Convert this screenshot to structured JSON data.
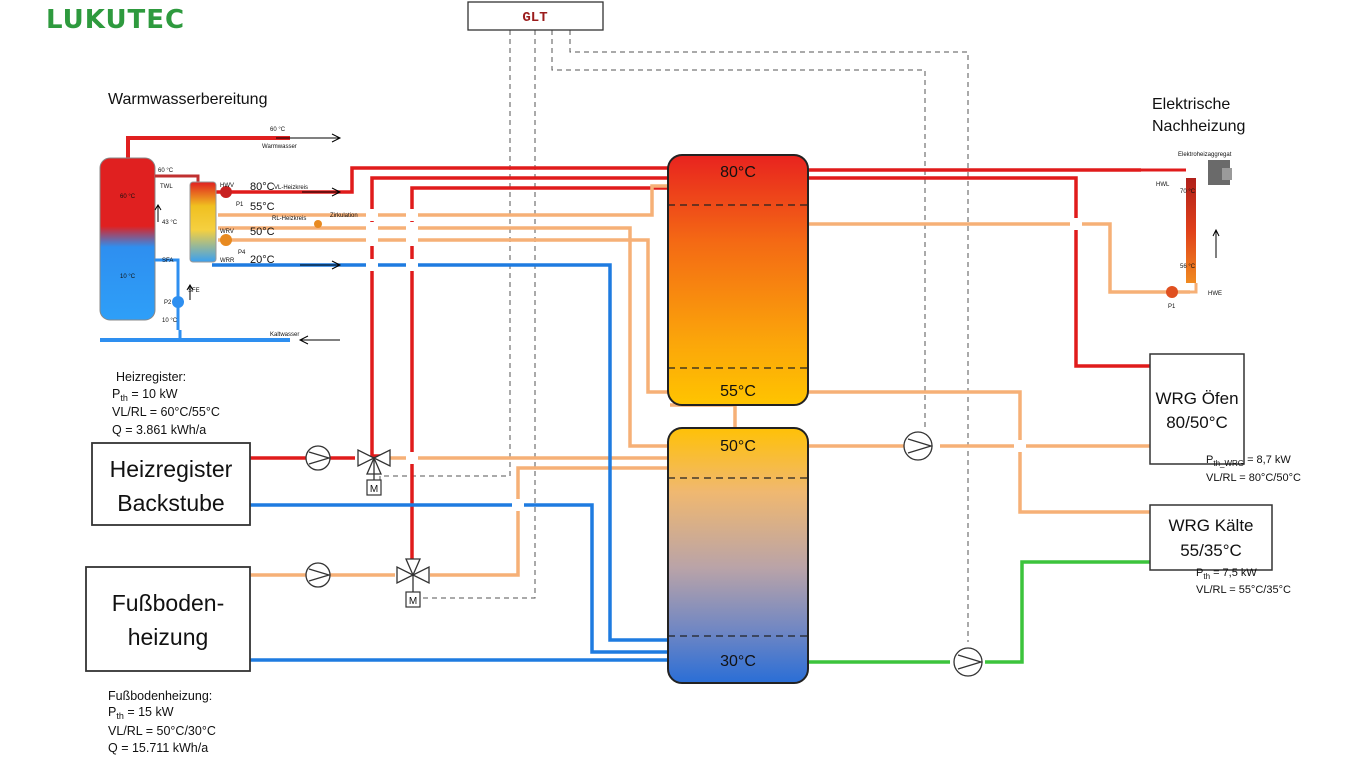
{
  "colors": {
    "hot": "#e01b1b",
    "warm": "#f6b077",
    "cold": "#1e7be0",
    "green": "#3cc43c",
    "logo": "#2e9a3e",
    "glt_text": "#9b1c1c"
  },
  "logo": {
    "text": "LUKUTEC"
  },
  "glt": {
    "label": "GLT"
  },
  "warmwasser": {
    "title": "Warmwasserbereitung",
    "labels": {
      "t60_top": "60 °C",
      "warmwasser": "Warmwasser",
      "t60_side": "60 °C",
      "twl": "TWL",
      "hwv": "HWV",
      "vl_heizkreis": "VL-Heizkreis",
      "p1": "P1",
      "rl_heizkreis": "RL-Heizkreis",
      "zirkulation": "Zirkulation",
      "t43": "43 °C",
      "wrv": "WRV",
      "p4": "P4",
      "sfa": "SFA",
      "wrr": "WRR",
      "sfe": "SFE",
      "p2": "P2",
      "t10_side": "10 °C",
      "kaltwasser": "Kaltwasser",
      "tank_top": "60 °C",
      "tank_bottom": "10 °C"
    },
    "temps": {
      "vl": "80°C",
      "rl": "55°C",
      "wrv": "50°C",
      "wrr": "20°C"
    }
  },
  "elektro": {
    "title_line1": "Elektrische",
    "title_line2": "Nachheizung",
    "aggregat": "Elektroheizaggregat",
    "hwl": "HWL",
    "t70": "70 °C",
    "t56": "56 °C",
    "p1": "P1",
    "hwe": "HWE"
  },
  "tanks": {
    "upper": {
      "top_temp": "80°C",
      "bottom_temp": "55°C"
    },
    "lower": {
      "top_temp": "50°C",
      "bottom_temp": "30°C"
    }
  },
  "heizregister": {
    "box_line1": "Heizregister",
    "box_line2": "Backstube",
    "info_title": "Heizregister:",
    "info_p_sym": "P",
    "info_p_sub": "th",
    "info_p_val": " = 10 kW",
    "info_vlrl": "VL/RL = 60°C/55°C",
    "info_q": "Q = 3.861 kWh/a"
  },
  "fussboden": {
    "box_line1": "Fußboden-",
    "box_line2": "heizung",
    "info_title": "Fußbodenheizung:",
    "info_p_sym": "P",
    "info_p_sub": "th",
    "info_p_val": " = 15 kW",
    "info_vlrl": "VL/RL = 50°C/30°C",
    "info_q": "Q = 15.711 kWh/a"
  },
  "wrg_oefen": {
    "line1": "WRG Öfen",
    "line2": "80/50°C",
    "info_p_sym": "P",
    "info_p_sub": "th_WRG",
    "info_p_val": " = 8,7 kW",
    "info_vlrl": "VL/RL = 80°C/50°C"
  },
  "wrg_kaelte": {
    "line1": "WRG Kälte",
    "line2": "55/35°C",
    "info_p_sym": "P",
    "info_p_sub": "th",
    "info_p_val": " = 7,5 kW",
    "info_vlrl": "VL/RL = 55°C/35°C"
  },
  "actuator": {
    "letter": "M"
  }
}
